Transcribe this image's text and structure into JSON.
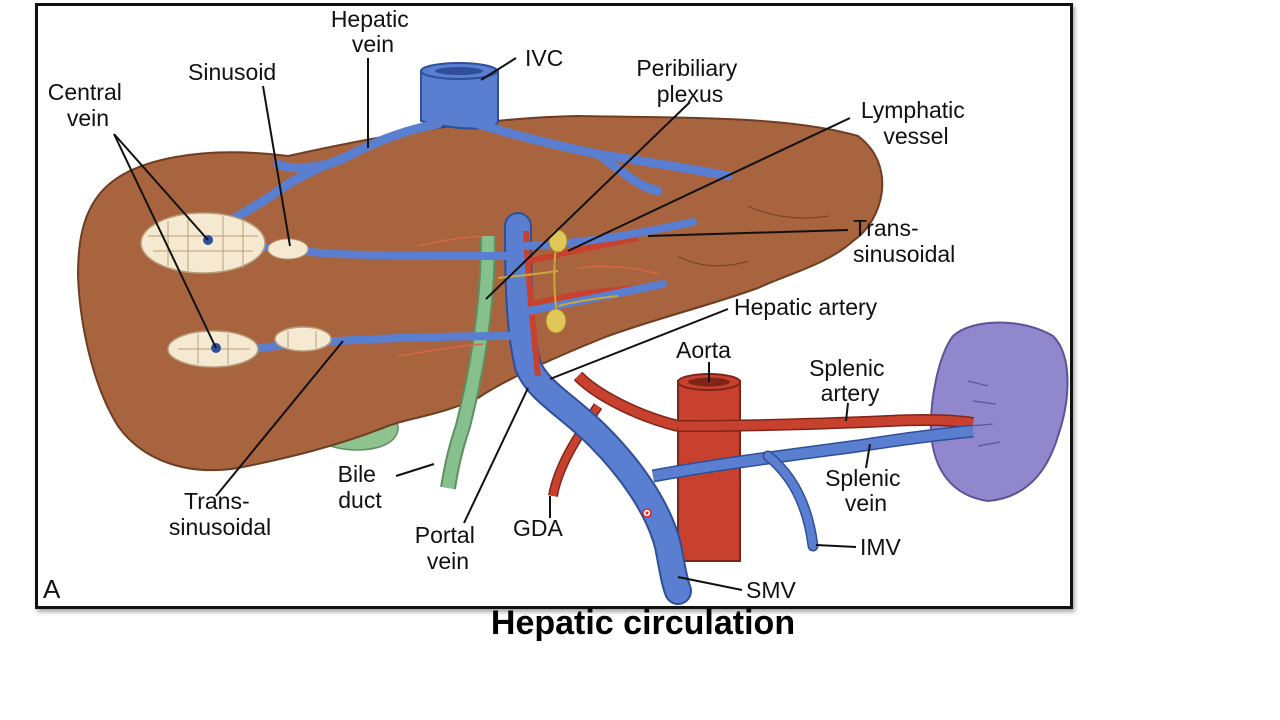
{
  "caption": "Hepatic circulation",
  "panel_letter": "A",
  "labels": {
    "hepatic_vein": [
      "Hepatic",
      "vein"
    ],
    "sinusoid": [
      "Sinusoid"
    ],
    "ivc": [
      "IVC"
    ],
    "peribiliary_plexus": [
      "Peribiliary",
      "plexus"
    ],
    "lymphatic_vessel": [
      "Lymphatic",
      "vessel"
    ],
    "central_vein": [
      "Central",
      "vein"
    ],
    "trans_sinusoidal_right": [
      "Trans-",
      "sinusoidal"
    ],
    "hepatic_artery": [
      "Hepatic artery"
    ],
    "aorta": [
      "Aorta"
    ],
    "splenic_artery": [
      "Splenic",
      "artery"
    ],
    "splenic_vein": [
      "Splenic",
      "vein"
    ],
    "bile_duct": [
      "Bile",
      "duct"
    ],
    "trans_sinusoidal_left": [
      "Trans-",
      "sinusoidal"
    ],
    "portal_vein": [
      "Portal",
      "vein"
    ],
    "gda": [
      "GDA"
    ],
    "imv": [
      "IMV"
    ],
    "smv": [
      "SMV"
    ]
  },
  "colors": {
    "liver": "#a8643e",
    "vein": "#5a7ed0",
    "artery": "#c8412f",
    "bile": "#86c08c",
    "spleen": "#9187cc",
    "lobule": "#f5e9d2",
    "lymph": "#e1c75a"
  }
}
